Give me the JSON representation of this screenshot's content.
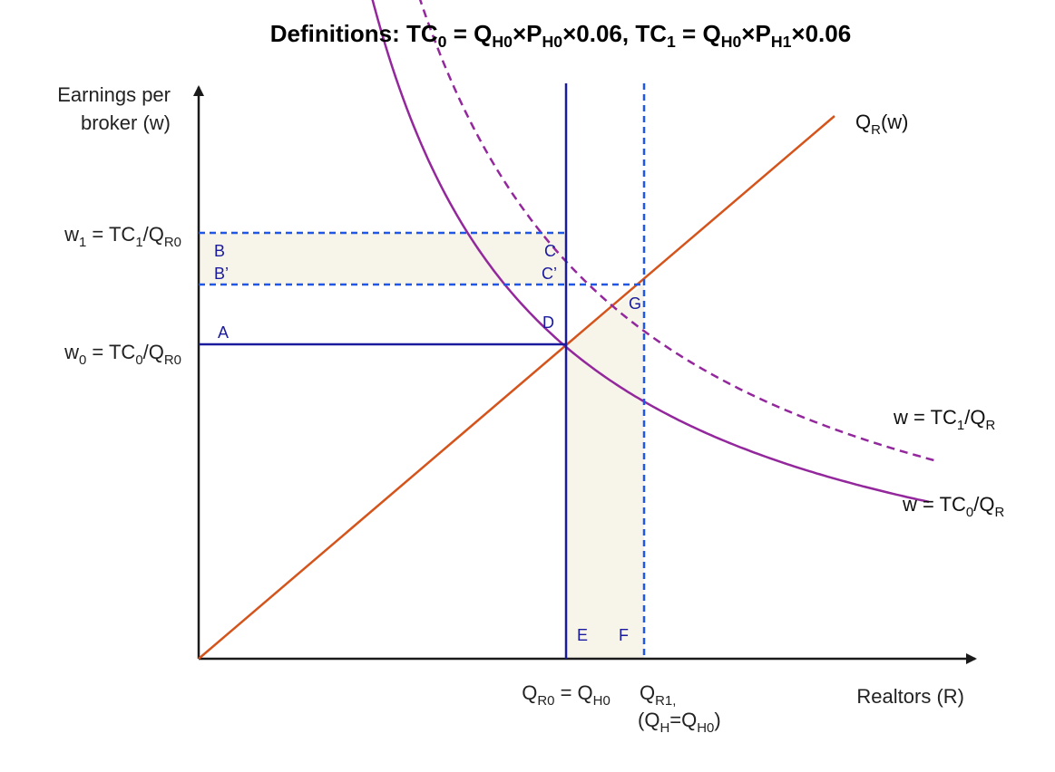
{
  "title": {
    "parts": [
      {
        "t": "Definitions: TC"
      },
      {
        "t": "0",
        "sub": true
      },
      {
        "t": " = Q"
      },
      {
        "t": "H0",
        "sub": true
      },
      {
        "t": "×P"
      },
      {
        "t": "H0",
        "sub": true
      },
      {
        "t": "×0.06,   TC"
      },
      {
        "t": "1",
        "sub": true
      },
      {
        "t": " = Q"
      },
      {
        "t": "H0",
        "sub": true
      },
      {
        "t": "×P"
      },
      {
        "t": "H1",
        "sub": true
      },
      {
        "t": "×0.06"
      }
    ]
  },
  "axes": {
    "y_label_line1": "Earnings per",
    "y_label_line2": "broker (w)",
    "x_label": "Realtors (R)"
  },
  "y_ticks": {
    "w1": [
      {
        "t": "w"
      },
      {
        "t": "1",
        "sub": true
      },
      {
        "t": " = TC"
      },
      {
        "t": "1",
        "sub": true
      },
      {
        "t": "/Q"
      },
      {
        "t": "R0",
        "sub": true
      }
    ],
    "w0": [
      {
        "t": "w"
      },
      {
        "t": "0",
        "sub": true
      },
      {
        "t": " = TC"
      },
      {
        "t": "0",
        "sub": true
      },
      {
        "t": "/Q"
      },
      {
        "t": "R0",
        "sub": true
      }
    ]
  },
  "x_ticks": {
    "qr0": [
      {
        "t": "Q"
      },
      {
        "t": "R0",
        "sub": true
      },
      {
        "t": " = Q"
      },
      {
        "t": "H0",
        "sub": true
      }
    ],
    "qr1_line1": [
      {
        "t": "Q"
      },
      {
        "t": "R1,",
        "sub": true
      }
    ],
    "qr1_line2": [
      {
        "t": "(Q"
      },
      {
        "t": "H",
        "sub": true
      },
      {
        "t": "=Q"
      },
      {
        "t": "H0",
        "sub": true
      },
      {
        "t": ")"
      }
    ]
  },
  "curve_labels": {
    "supply": [
      {
        "t": "Q"
      },
      {
        "t": "R",
        "sub": true
      },
      {
        "t": "(w)"
      }
    ],
    "tc1": [
      {
        "t": "w = TC"
      },
      {
        "t": "1",
        "sub": true
      },
      {
        "t": "/Q"
      },
      {
        "t": "R",
        "sub": true
      }
    ],
    "tc0": [
      {
        "t": "w = TC"
      },
      {
        "t": "0",
        "sub": true
      },
      {
        "t": "/Q"
      },
      {
        "t": "R",
        "sub": true
      }
    ]
  },
  "points": {
    "A": "A",
    "B": "B",
    "B_prime": "B’",
    "C": "C",
    "C_prime": "C’",
    "D": "D",
    "E": "E",
    "F": "F",
    "G": "G"
  },
  "colors": {
    "navy": "#1a1a9c",
    "blue_dashed": "#1f57e8",
    "orange": "#d4541c",
    "purple": "#93279c",
    "shade": "#f7f4ea",
    "axis": "#1a1a1a"
  }
}
